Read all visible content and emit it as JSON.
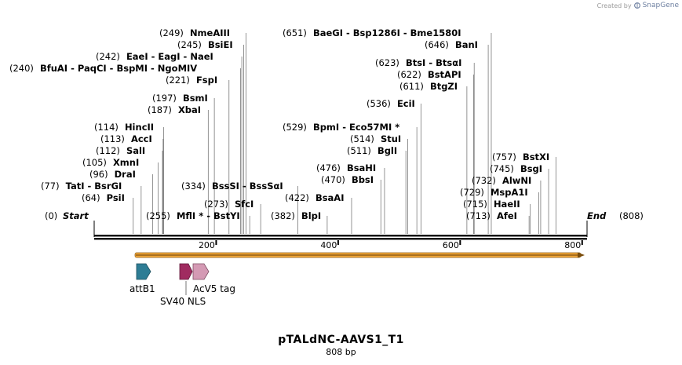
{
  "credit": {
    "prefix": "Created by",
    "brand": "SnapGene",
    "logo_icon": "snapgene-logo-icon"
  },
  "map": {
    "name": "pTALdNC-AAVS1_T1",
    "length_label": "808 bp",
    "length": 808,
    "start_label": "Start",
    "end_label": "End",
    "start_pos": "(0)",
    "end_pos": "(808)",
    "ticks": [
      200,
      400,
      600,
      800
    ]
  },
  "enzymes": [
    {
      "pos": "(249)",
      "names": "NmeAIII"
    },
    {
      "pos": "(245)",
      "names": "BsiEI"
    },
    {
      "pos": "(242)",
      "names": "EaeI  -  EagI  -  NaeI"
    },
    {
      "pos": "(240)",
      "names": "BfuAI  -  PaqCI  -  BspMI  -  NgoMIV"
    },
    {
      "pos": "(221)",
      "names": "FspI"
    },
    {
      "pos": "(197)",
      "names": "BsmI"
    },
    {
      "pos": "(187)",
      "names": "XbaI"
    },
    {
      "pos": "(114)",
      "names": "HincII"
    },
    {
      "pos": "(113)",
      "names": "AccI"
    },
    {
      "pos": "(112)",
      "names": "SalI"
    },
    {
      "pos": "(105)",
      "names": "XmnI"
    },
    {
      "pos": "(96)",
      "names": "DraI"
    },
    {
      "pos": "(77)",
      "names": "TatI  -  BsrGI"
    },
    {
      "pos": "(64)",
      "names": "PsiI"
    },
    {
      "pos": "(255)",
      "names": "MflI *  -  BstYI"
    },
    {
      "pos": "(273)",
      "names": "SfcI"
    },
    {
      "pos": "(334)",
      "names": "BssSI  -  BssSαI"
    },
    {
      "pos": "(382)",
      "names": "BlpI"
    },
    {
      "pos": "(422)",
      "names": "BsaAI"
    },
    {
      "pos": "(470)",
      "names": "BbsI"
    },
    {
      "pos": "(476)",
      "names": "BsaHI"
    },
    {
      "pos": "(511)",
      "names": "BglI"
    },
    {
      "pos": "(514)",
      "names": "StuI"
    },
    {
      "pos": "(529)",
      "names": "BpmI  -  Eco57MI *"
    },
    {
      "pos": "(536)",
      "names": "EciI"
    },
    {
      "pos": "(611)",
      "names": "BtgZI"
    },
    {
      "pos": "(622)",
      "names": "BstAPI"
    },
    {
      "pos": "(623)",
      "names": "BtsI  -  BtsαI"
    },
    {
      "pos": "(646)",
      "names": "BanI"
    },
    {
      "pos": "(651)",
      "names": "BaeGI  -  Bsp1286I  -  Bme1580I"
    },
    {
      "pos": "(713)",
      "names": "AfeI"
    },
    {
      "pos": "(715)",
      "names": "HaeII"
    },
    {
      "pos": "(729)",
      "names": "MspA1I"
    },
    {
      "pos": "(732)",
      "names": "AlwNI"
    },
    {
      "pos": "(745)",
      "names": "BsgI"
    },
    {
      "pos": "(757)",
      "names": "BstXI"
    }
  ],
  "features": [
    {
      "name": "attB1",
      "color": "#2e7d95"
    },
    {
      "name": "SV40 NLS",
      "color": "#a02b60"
    },
    {
      "name": "AcV5 tag",
      "color": "#d49ab4"
    }
  ],
  "orf": {
    "color": "#f4a93b"
  }
}
